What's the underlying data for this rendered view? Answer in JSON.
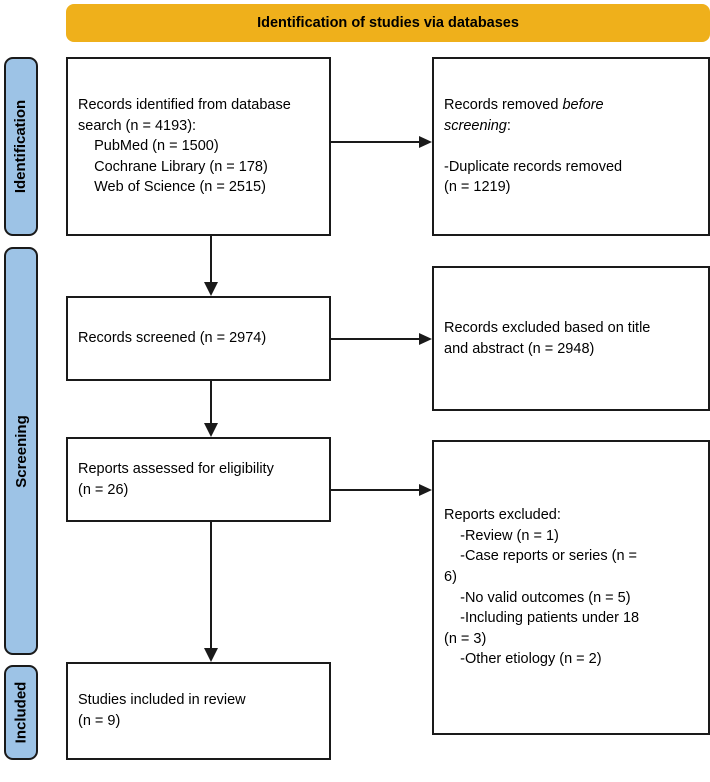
{
  "header": {
    "title": "Identification of studies via databases",
    "color": "#EFB01B"
  },
  "phases": {
    "color": "#9DC3E6",
    "items": [
      {
        "label": "Identification"
      },
      {
        "label": "Screening"
      },
      {
        "label": "Included"
      }
    ]
  },
  "boxes": {
    "identified": {
      "line1": "Records identified from database",
      "line2": "search (n = 4193):",
      "source1": "PubMed (n = 1500)",
      "source2": "Cochrane Library (n = 178)",
      "source3": "Web of Science (n = 2515)"
    },
    "removed": {
      "line1_prefix": "Records removed ",
      "line1_italic": "before",
      "line2_italic": "screening",
      "line2_suffix": ":",
      "line3": "-Duplicate records removed",
      "line4": "(n = 1219)"
    },
    "screened": {
      "line1": "Records screened (n = 2974)"
    },
    "excluded_title_abstract": {
      "line1": "Records excluded based on title",
      "line2": "and abstract (n = 2948)"
    },
    "eligibility": {
      "line1": "Reports assessed for eligibility",
      "line2": "(n = 26)"
    },
    "reports_excluded": {
      "title": "Reports excluded:",
      "reason1": "-Review (n = 1)",
      "reason2a": "-Case reports or series (n =",
      "reason2b": "6)",
      "reason3": "-No valid outcomes (n = 5)",
      "reason4a": "-Including patients under 18",
      "reason4b": "(n = 3)",
      "reason5": "-Other etiology (n = 2)"
    },
    "included": {
      "line1": "Studies included in review",
      "line2": "(n = 9)"
    }
  }
}
